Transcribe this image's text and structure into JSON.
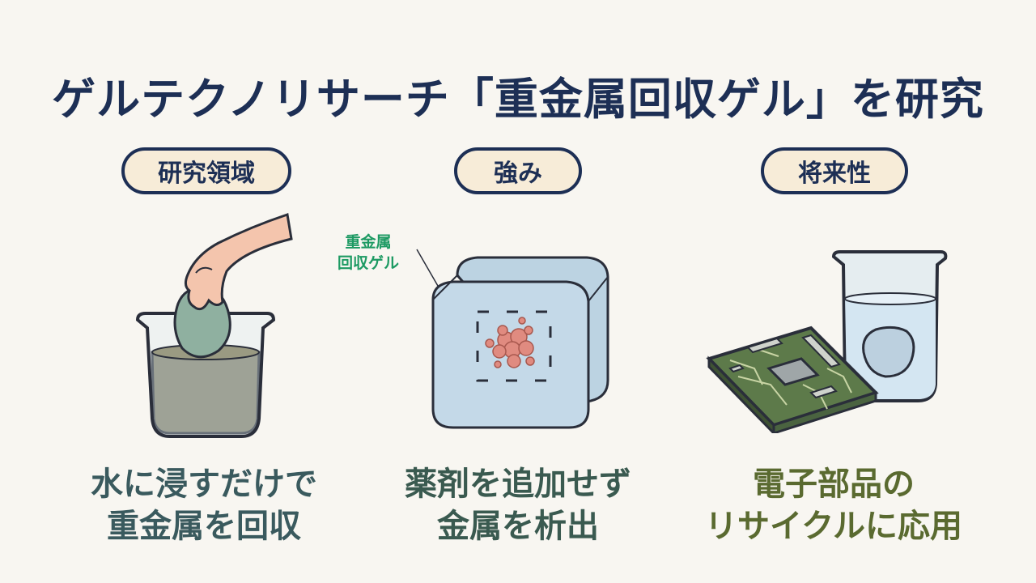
{
  "title": "ゲルテクノリサーチ「重金属回収ゲル」を研究",
  "columns": [
    {
      "label": "研究領域",
      "caption": [
        "水に浸すだけで",
        "重金属を回収"
      ],
      "caption_color": "#3a5a5e",
      "illustration": "hand-dipping-gel-into-beaker-icon"
    },
    {
      "label": "強み",
      "annotation": [
        "重金属",
        "回収ゲル"
      ],
      "caption": [
        "薬剤を追加せず",
        "金属を析出"
      ],
      "caption_color": "#3a5a50",
      "illustration": "gel-cube-with-metal-icon"
    },
    {
      "label": "将来性",
      "caption": [
        "電子部品の",
        "リサイクルに応用"
      ],
      "caption_color": "#5a6a30",
      "illustration": "circuit-board-and-beaker-icon"
    }
  ],
  "colors": {
    "title": "#1d2f55",
    "pill_fill": "#f7ecd8",
    "annotation": "#1d9a63",
    "background": "#f8f6f1"
  }
}
